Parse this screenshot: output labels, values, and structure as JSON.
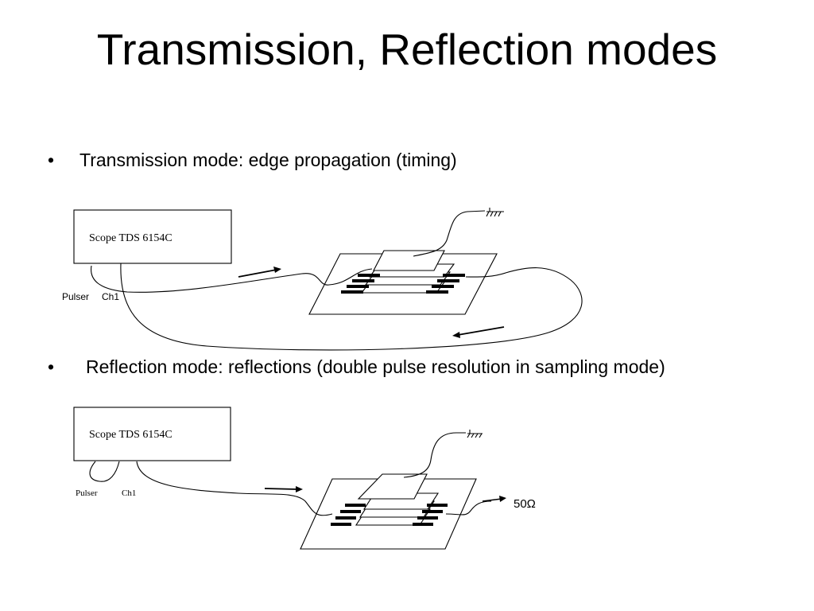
{
  "title": "Transmission, Reflection modes",
  "bullets": [
    {
      "marker": "•",
      "text": "Transmission mode: edge propagation (timing)"
    },
    {
      "marker": "•",
      "text": "Reflection mode: reflections (double pulse resolution in sampling mode)"
    }
  ],
  "diagram_transmission": {
    "scope_label": "Scope TDS 6154C",
    "pulser_label": "Pulser",
    "ch1_label": "Ch1"
  },
  "diagram_reflection": {
    "scope_label": "Scope TDS 6154C",
    "pulser_label": "Pulser",
    "ch1_label": "Ch1",
    "termination_label": "50Ω"
  }
}
